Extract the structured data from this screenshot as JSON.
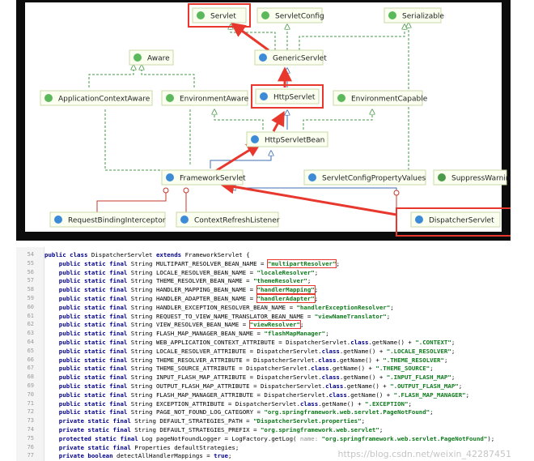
{
  "diagram": {
    "nodes": {
      "servlet": "Servlet",
      "servlet_config": "ServletConfig",
      "serializable": "Serializable",
      "aware": "Aware",
      "generic_servlet": "GenericServlet",
      "application_context_aware": "ApplicationContextAware",
      "environment_aware": "EnvironmentAware",
      "http_servlet": "HttpServlet",
      "environment_capable": "EnvironmentCapable",
      "http_servlet_bean": "HttpServletBean",
      "framework_servlet": "FrameworkServlet",
      "servlet_config_property_values": "ServletConfigPropertyValues",
      "suppress_warnings": "SuppressWarnings",
      "request_binding_interceptor": "RequestBindingInterceptor",
      "context_refresh_listener": "ContextRefreshListener",
      "dispatcher_servlet": "DispatcherServlet"
    },
    "colors": {
      "highlight": "#e8372c",
      "interface_icon": "#5bb85b",
      "class_icon": "#3d8bd6",
      "arrow": "#e8372c",
      "impl_line": "#4a9a4a",
      "dep_line": "#c0392b"
    }
  },
  "code": {
    "lines": [
      {
        "num": "54",
        "segs": [
          [
            "kw",
            "public class "
          ],
          [
            "",
            "DispatcherServlet "
          ],
          [
            "kw",
            "extends "
          ],
          [
            "",
            "FrameworkServlet {"
          ]
        ]
      },
      {
        "num": "55",
        "segs": [
          [
            "kw",
            "    public static final "
          ],
          [
            "",
            "String MULTIPART_RESOLVER_BEAN_NAME = "
          ],
          [
            "strhl",
            "\"multipartResolver\""
          ],
          [
            "",
            ";"
          ]
        ]
      },
      {
        "num": "56",
        "segs": [
          [
            "kw",
            "    public static final "
          ],
          [
            "",
            "String LOCALE_RESOLVER_BEAN_NAME = "
          ],
          [
            "str",
            "\"localeResolver\""
          ],
          [
            "",
            ";"
          ]
        ]
      },
      {
        "num": "57",
        "segs": [
          [
            "kw",
            "    public static final "
          ],
          [
            "",
            "String THEME_RESOLVER_BEAN_NAME = "
          ],
          [
            "str",
            "\"themeResolver\""
          ],
          [
            "",
            ";"
          ]
        ]
      },
      {
        "num": "58",
        "segs": [
          [
            "kw",
            "    public static final "
          ],
          [
            "",
            "String HANDLER_MAPPING_BEAN_NAME = "
          ],
          [
            "strhl",
            "\"handlerMapping\""
          ],
          [
            "",
            ";"
          ]
        ]
      },
      {
        "num": "59",
        "segs": [
          [
            "kw",
            "    public static final "
          ],
          [
            "",
            "String HANDLER_ADAPTER_BEAN_NAME = "
          ],
          [
            "strhl",
            "\"handlerAdapter\""
          ],
          [
            "",
            ";"
          ]
        ]
      },
      {
        "num": "60",
        "segs": [
          [
            "kw",
            "    public static final "
          ],
          [
            "",
            "String HANDLER_EXCEPTION_RESOLVER_BEAN_NAME = "
          ],
          [
            "str",
            "\"handlerExceptionResolver\""
          ],
          [
            "",
            ";"
          ]
        ]
      },
      {
        "num": "61",
        "segs": [
          [
            "kw",
            "    public static final "
          ],
          [
            "",
            "String REQUEST_TO_VIEW_NAME_TRANSLATOR_BEAN_NAME = "
          ],
          [
            "str",
            "\"viewNameTranslator\""
          ],
          [
            "",
            ";"
          ]
        ]
      },
      {
        "num": "62",
        "segs": [
          [
            "kw",
            "    public static final "
          ],
          [
            "",
            "String VIEW_RESOLVER_BEAN_NAME = "
          ],
          [
            "strhl",
            "\"viewResolver\""
          ],
          [
            "",
            ";"
          ]
        ]
      },
      {
        "num": "63",
        "segs": [
          [
            "kw",
            "    public static final "
          ],
          [
            "",
            "String FLASH_MAP_MANAGER_BEAN_NAME = "
          ],
          [
            "str",
            "\"flashMapManager\""
          ],
          [
            "",
            ";"
          ]
        ]
      },
      {
        "num": "64",
        "segs": [
          [
            "kw",
            "    public static final "
          ],
          [
            "",
            "String WEB_APPLICATION_CONTEXT_ATTRIBUTE = DispatcherServlet."
          ],
          [
            "kw",
            "class"
          ],
          [
            "",
            ".getName() + "
          ],
          [
            "str",
            "\".CONTEXT\""
          ],
          [
            "",
            ";"
          ]
        ]
      },
      {
        "num": "65",
        "segs": [
          [
            "kw",
            "    public static final "
          ],
          [
            "",
            "String LOCALE_RESOLVER_ATTRIBUTE = DispatcherServlet."
          ],
          [
            "kw",
            "class"
          ],
          [
            "",
            ".getName() + "
          ],
          [
            "str",
            "\".LOCALE_RESOLVER\""
          ],
          [
            "",
            ";"
          ]
        ]
      },
      {
        "num": "66",
        "segs": [
          [
            "kw",
            "    public static final "
          ],
          [
            "",
            "String THEME_RESOLVER_ATTRIBUTE = DispatcherServlet."
          ],
          [
            "kw",
            "class"
          ],
          [
            "",
            ".getName() + "
          ],
          [
            "str",
            "\".THEME_RESOLVER\""
          ],
          [
            "",
            ";"
          ]
        ]
      },
      {
        "num": "67",
        "segs": [
          [
            "kw",
            "    public static final "
          ],
          [
            "",
            "String THEME_SOURCE_ATTRIBUTE = DispatcherServlet."
          ],
          [
            "kw",
            "class"
          ],
          [
            "",
            ".getName() + "
          ],
          [
            "str",
            "\".THEME_SOURCE\""
          ],
          [
            "",
            ";"
          ]
        ]
      },
      {
        "num": "68",
        "segs": [
          [
            "kw",
            "    public static final "
          ],
          [
            "",
            "String INPUT_FLASH_MAP_ATTRIBUTE = DispatcherServlet."
          ],
          [
            "kw",
            "class"
          ],
          [
            "",
            ".getName() + "
          ],
          [
            "str",
            "\".INPUT_FLASH_MAP\""
          ],
          [
            "",
            ";"
          ]
        ]
      },
      {
        "num": "69",
        "segs": [
          [
            "kw",
            "    public static final "
          ],
          [
            "",
            "String OUTPUT_FLASH_MAP_ATTRIBUTE = DispatcherServlet."
          ],
          [
            "kw",
            "class"
          ],
          [
            "",
            ".getName() + "
          ],
          [
            "str",
            "\".OUTPUT_FLASH_MAP\""
          ],
          [
            "",
            ";"
          ]
        ]
      },
      {
        "num": "70",
        "segs": [
          [
            "kw",
            "    public static final "
          ],
          [
            "",
            "String FLASH_MAP_MANAGER_ATTRIBUTE = DispatcherServlet."
          ],
          [
            "kw",
            "class"
          ],
          [
            "",
            ".getName() + "
          ],
          [
            "str",
            "\".FLASH_MAP_MANAGER\""
          ],
          [
            "",
            ";"
          ]
        ]
      },
      {
        "num": "71",
        "segs": [
          [
            "kw",
            "    public static final "
          ],
          [
            "",
            "String EXCEPTION_ATTRIBUTE = DispatcherServlet."
          ],
          [
            "kw",
            "class"
          ],
          [
            "",
            ".getName() + "
          ],
          [
            "str",
            "\".EXCEPTION\""
          ],
          [
            "",
            ";"
          ]
        ]
      },
      {
        "num": "72",
        "segs": [
          [
            "kw",
            "    public static final "
          ],
          [
            "",
            "String PAGE_NOT_FOUND_LOG_CATEGORY = "
          ],
          [
            "str",
            "\"org.springframework.web.servlet.PageNotFound\""
          ],
          [
            "",
            ";"
          ]
        ]
      },
      {
        "num": "73",
        "segs": [
          [
            "kw",
            "    private static final "
          ],
          [
            "",
            "String DEFAULT_STRATEGIES_PATH = "
          ],
          [
            "str",
            "\"DispatcherServlet.properties\""
          ],
          [
            "",
            ";"
          ]
        ]
      },
      {
        "num": "74",
        "segs": [
          [
            "kw",
            "    private static final "
          ],
          [
            "",
            "String DEFAULT_STRATEGIES_PREFIX = "
          ],
          [
            "str",
            "\"org.springframework.web.servlet\""
          ],
          [
            "",
            ";"
          ]
        ]
      },
      {
        "num": "75",
        "segs": [
          [
            "kw",
            "    protected static final "
          ],
          [
            "",
            "Log pageNotFoundLogger = LogFactory.getLog( "
          ],
          [
            "hint",
            "name: "
          ],
          [
            "str",
            "\"org.springframework.web.servlet.PageNotFound\""
          ],
          [
            "",
            ");"
          ]
        ]
      },
      {
        "num": "76",
        "segs": [
          [
            "kw",
            "    private static final "
          ],
          [
            "",
            "Properties defaultStrategies;"
          ]
        ]
      },
      {
        "num": "77",
        "segs": [
          [
            "kw",
            "    private boolean "
          ],
          [
            "",
            "detectAllHandlerMappings = "
          ],
          [
            "kw",
            "true"
          ],
          [
            "",
            ";"
          ]
        ]
      }
    ]
  },
  "watermark": "https://blog.csdn.net/weixin_42287451"
}
